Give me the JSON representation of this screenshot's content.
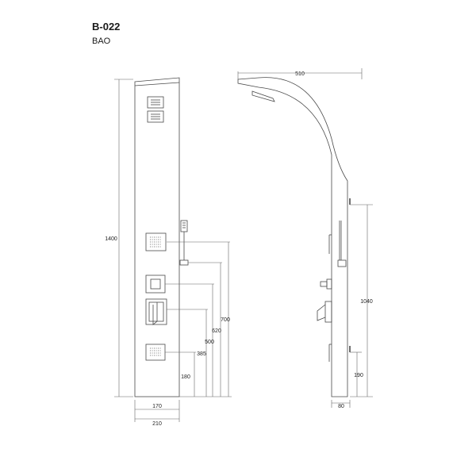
{
  "header": {
    "model_code": "B-022",
    "model_name": "BAO"
  },
  "front_view": {
    "dimensions": {
      "height": "1400",
      "panel_width": "170",
      "base_width": "210",
      "jet_top": "700",
      "handshower": "620",
      "diverter": "500",
      "mixer": "385",
      "jet_bottom": "180"
    }
  },
  "side_view": {
    "dimensions": {
      "arm_reach": "510",
      "side_height": "1040",
      "bottom_offset": "190",
      "depth": "80"
    }
  },
  "colors": {
    "line": "#4a4a4a",
    "dim_line": "#666666"
  }
}
